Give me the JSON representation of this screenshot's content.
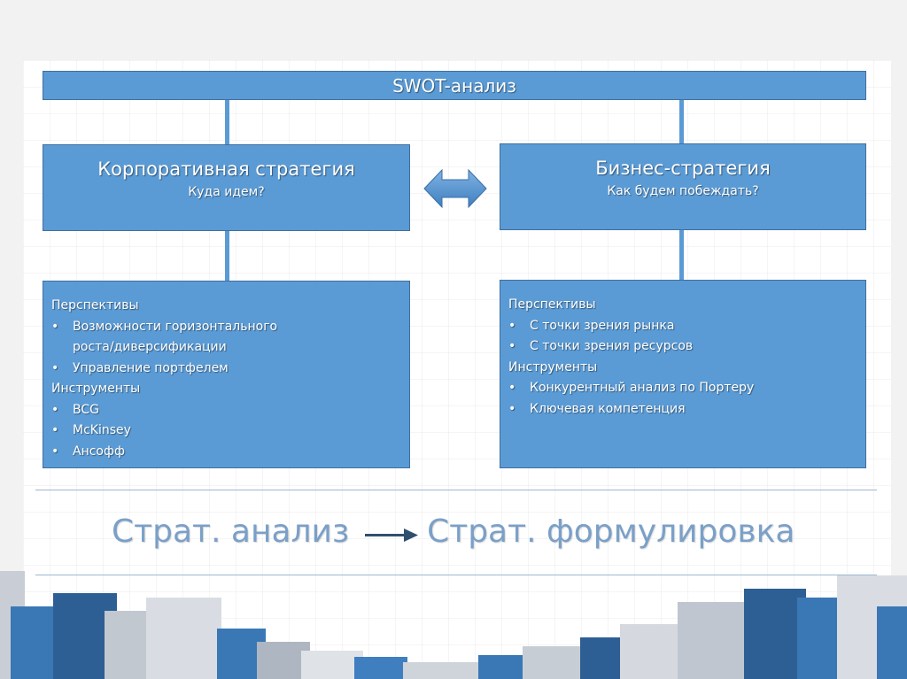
{
  "diagram": {
    "title": "SWOT-анализ",
    "corporate": {
      "heading": "Корпоративная стратегия",
      "question": "Куда идем?",
      "items": [
        {
          "type": "header",
          "text": "Перспективы"
        },
        {
          "type": "bullet",
          "text": "Возможности горизонтального"
        },
        {
          "type": "cont",
          "text": "роста/диверсификации"
        },
        {
          "type": "bullet",
          "text": "Управление портфелем"
        },
        {
          "type": "header",
          "text": "Инструменты"
        },
        {
          "type": "bullet",
          "text": "BCG"
        },
        {
          "type": "bullet",
          "text": "McKinsey"
        },
        {
          "type": "bullet",
          "text": "Ансофф"
        }
      ]
    },
    "business": {
      "heading": "Бизнес-стратегия",
      "question": "Как будем побеждать?",
      "items": [
        {
          "type": "header",
          "text": "Перспективы"
        },
        {
          "type": "bullet",
          "text": "С точки зрения рынка"
        },
        {
          "type": "bullet",
          "text": "С точки зрения ресурсов"
        },
        {
          "type": "header",
          "text": "Инструменты"
        },
        {
          "type": "bullet",
          "text": "Конкурентный анализ по Портеру"
        },
        {
          "type": "bullet",
          "text": "Ключевая компетенция"
        }
      ]
    },
    "bullet_char": "•"
  },
  "flow": {
    "from": "Страт. анализ",
    "to": "Страт. формулировка"
  },
  "colors": {
    "box_fill": "#5b9bd5",
    "box_border": "#3f6f9f",
    "flow_text": "#7aa0c8"
  }
}
